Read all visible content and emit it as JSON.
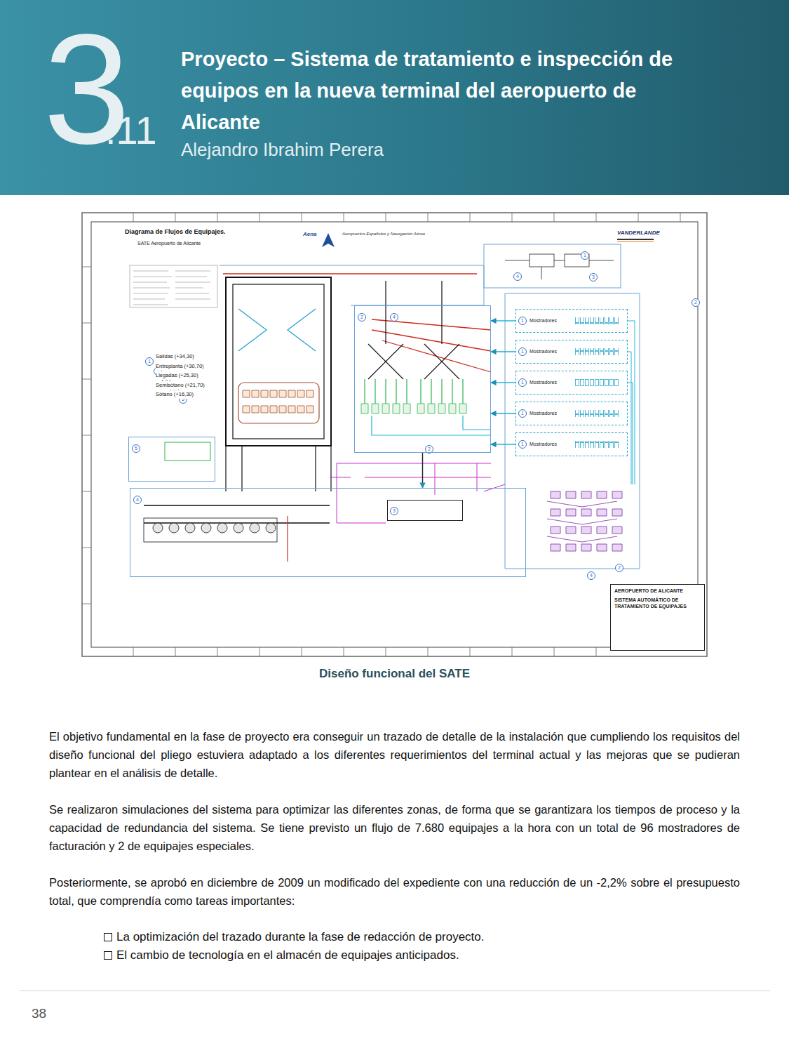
{
  "diagram": {
    "title": "Proyecto – Sistema de tratamiento e inspección de equipos en la nueva terminal del aeropuerto de Alicante",
    "caption": "Diseño funcional del SATE",
    "nodes": [
      {
        "text": [
          "5"
        ]
      },
      {
        "text": [
          "4"
        ]
      },
      {
        "text": [
          "3"
        ],
        "in": 1
      },
      {
        "text": [
          "2"
        ]
      },
      {
        "text": [
          "1",
          "Mostradores"
        ]
      },
      {
        "text": [
          "1",
          "Mostradores"
        ]
      },
      {
        "text": [
          "1",
          "Mostradores"
        ]
      },
      {
        "text": [
          "1",
          "Mostradores"
        ]
      },
      {
        "text": [
          "1",
          "Mostradores"
        ]
      },
      {
        "text": [
          "AEROPUERTO DE ALICANTE",
          "SISTEMA AUTOMÁTICO DE TRATAMIENTO DE EQUIPAJES"
        ]
      }
    ],
    "edges": [
      {
        "from": 4,
        "to": 3,
        "arrow": "to"
      },
      {
        "from": 5,
        "to": 3,
        "arrow": "to"
      },
      {
        "from": 6,
        "to": 3,
        "arrow": "to"
      },
      {
        "from": 7,
        "to": 3,
        "arrow": "to"
      },
      {
        "from": 8,
        "to": 3,
        "arrow": "to"
      },
      {
        "from": 3,
        "to": 1,
        "arrow": "to"
      }
    ],
    "labels": [
      "3",
      ".11",
      "Alejandro Ibrahim Perera",
      "Diagrama de Flujos de Equipajes.",
      "SATE Aeropuerto de Alicante",
      "Aena",
      "Aeropuertos Españoles y Navegación Aérea",
      "VANDERLANDE",
      "1",
      "2",
      "3",
      "4",
      "5",
      "4",
      "4",
      "2",
      "2",
      "4",
      "2",
      "1",
      "3",
      "El objetivo fundamental en la fase de proyecto era conseguir un trazado de detalle de la instalación que cumpliendo los requisitos del diseño funcional del pliego estuviera adaptado a los diferentes requerimientos del terminal actual y las mejoras que se pudieran plantear en el análisis de detalle.",
      "Se realizaron simulaciones del sistema para optimizar las diferentes zonas, de forma que se garantizara los tiempos de proceso y la capacidad de redundancia del sistema. Se tiene previsto un flujo de 7.680 equipajes a la hora con un total de 96 mostradores de facturación y 2 de equipajes especiales.",
      "Posteriormente, se aprobó en diciembre de 2009 un modificado del expediente con una reducción de un -2,2% sobre el presupuesto total, que comprendía como tareas importantes:",
      "La optimización del trazado durante la fase de redacción de proyecto.",
      "El cambio de tecnología en el almacén de equipajes anticipados.",
      "38"
    ],
    "legend": [
      {
        "text": "Salidas (+34,30)"
      },
      {
        "text": "Entreplanta (+30,70)"
      },
      {
        "text": "Llegadas (+25,30)"
      },
      {
        "text": "Semisótano (+21,70)"
      },
      {
        "text": "Sótano (+16,30)"
      }
    ]
  }
}
